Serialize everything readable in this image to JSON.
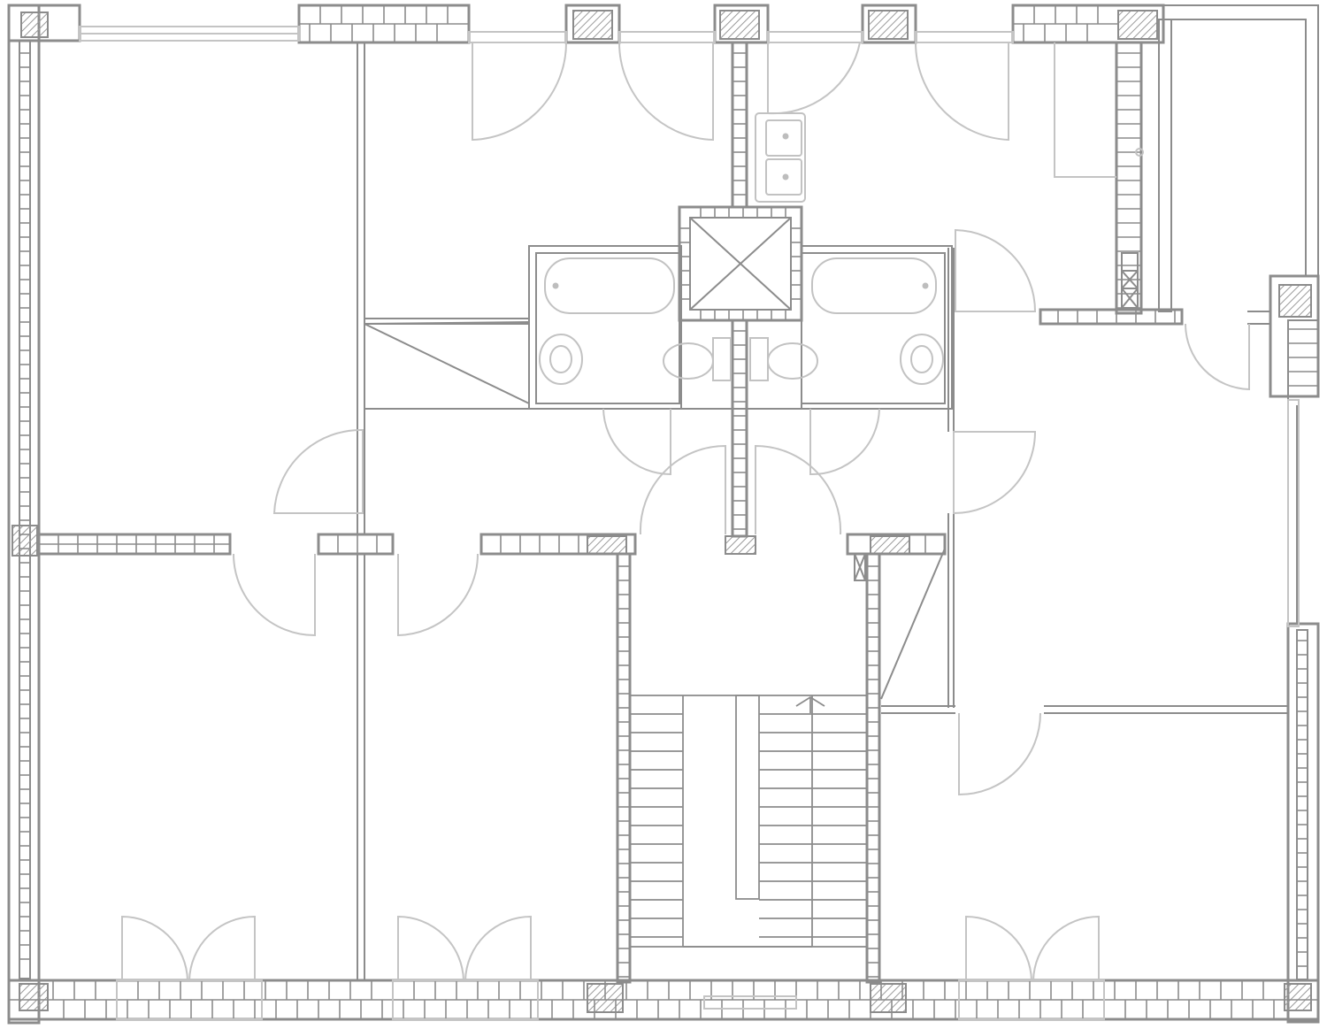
{
  "drawing": {
    "kind": "floor-plan",
    "colors": {
      "wall": "#8c8c8c",
      "fixture": "#c2c2c2",
      "background": "#ffffff",
      "hatch": "#9a9a9a"
    },
    "counts": {
      "rooms": 12,
      "swing_doors": 17,
      "french_doors": 3,
      "bathtubs": 2,
      "toilets": 2,
      "washbasins": 2,
      "stair_flights": 2,
      "stair_steps_per_flight": 13
    }
  }
}
